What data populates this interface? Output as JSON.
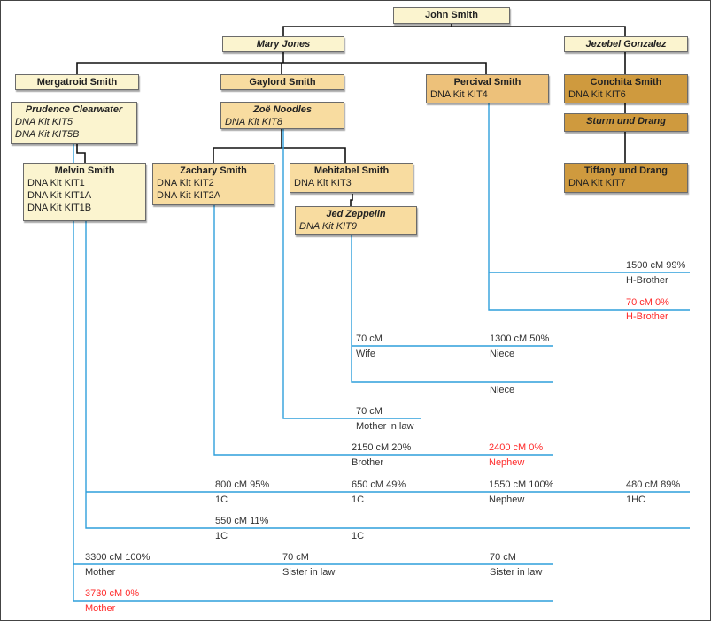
{
  "colors": {
    "tier1": "#fbf4cf",
    "tier2": "#f8dca0",
    "tier3": "#edc17a",
    "tier4": "#cf9a3e",
    "line": "#2f9fdc",
    "tree_line": "#111111",
    "highlight": "#ff2a2a"
  },
  "people": {
    "john": {
      "name": "John Smith"
    },
    "mary": {
      "name": "Mary Jones"
    },
    "jezebel": {
      "name": "Jezebel Gonzalez"
    },
    "mergatroid": {
      "name": "Mergatroid Smith"
    },
    "prudence": {
      "name": "Prudence Clearwater",
      "kits": [
        "DNA Kit KIT5",
        "DNA Kit KIT5B"
      ]
    },
    "melvin": {
      "name": "Melvin Smith",
      "kits": [
        "DNA Kit KIT1",
        "DNA Kit KIT1A",
        "DNA Kit KIT1B"
      ]
    },
    "gaylord": {
      "name": "Gaylord Smith"
    },
    "zoe": {
      "name": "Zoë Noodles",
      "kits": [
        "DNA Kit KIT8"
      ]
    },
    "zachary": {
      "name": "Zachary Smith",
      "kits": [
        "DNA Kit KIT2",
        "DNA Kit KIT2A"
      ]
    },
    "mehitabel": {
      "name": "Mehitabel Smith",
      "kits": [
        "DNA Kit KIT3"
      ]
    },
    "jed": {
      "name": "Jed Zeppelin",
      "kits": [
        "DNA Kit KIT9"
      ]
    },
    "percival": {
      "name": "Percival Smith",
      "kits": [
        "DNA Kit KIT4"
      ]
    },
    "conchita": {
      "name": "Conchita Smith",
      "kits": [
        "DNA Kit KIT6"
      ]
    },
    "sturm": {
      "name": "Sturm und Drang"
    },
    "tiffany": {
      "name": "Tiffany und Drang",
      "kits": [
        "DNA Kit KIT7"
      ]
    }
  },
  "matches": {
    "percival_1500": {
      "value": "1500 cM 99%",
      "relation": "H-Brother"
    },
    "percival_70": {
      "value": "70 cM 0%",
      "relation": "H-Brother"
    },
    "jed_70": {
      "value": "70 cM",
      "relation": "Wife"
    },
    "jed_1300": {
      "value": "1300 cM 50%",
      "relation": "Niece"
    },
    "jed_niece": {
      "relation": "Niece"
    },
    "zoe_70": {
      "value": "70 cM",
      "relation": "Mother in law"
    },
    "zachary_2150": {
      "value": "2150 cM 20%",
      "relation": "Brother"
    },
    "zachary_2400": {
      "value": "2400 cM 0%",
      "relation": "Nephew"
    },
    "melvin_800": {
      "value": "800 cM 95%",
      "relation": "1C"
    },
    "melvin_650": {
      "value": "650 cM 49%",
      "relation": "1C"
    },
    "melvin_1550": {
      "value": "1550 cM 100%",
      "relation": "Nephew"
    },
    "melvin_480": {
      "value": "480 cM 89%",
      "relation": "1HC"
    },
    "melvin_550": {
      "value": "550 cM 11%",
      "relation": "1C"
    },
    "melvin_1c": {
      "relation": "1C"
    },
    "prudence_3300": {
      "value": "3300 cM 100%",
      "relation": "Mother"
    },
    "prudence_70a": {
      "value": "70 cM",
      "relation": "Sister in law"
    },
    "prudence_70b": {
      "value": "70 cM",
      "relation": "Sister in law"
    },
    "prudence_3730": {
      "value": "3730 cM 0%",
      "relation": "Mother"
    }
  }
}
